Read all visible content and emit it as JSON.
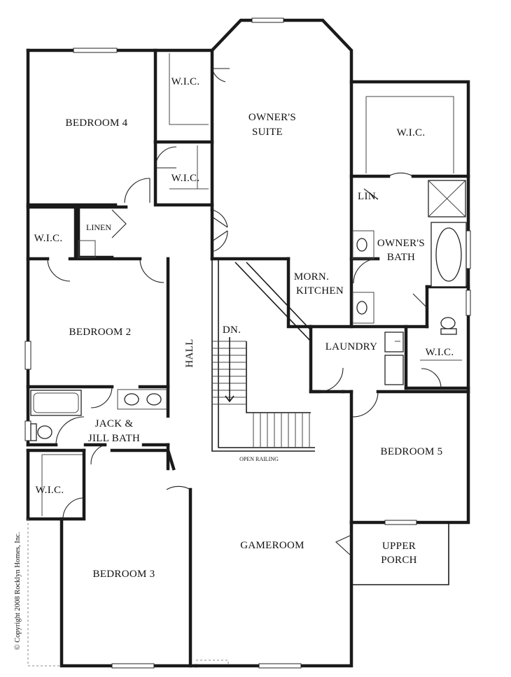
{
  "rooms": {
    "bedroom_4": "BEDROOM 4",
    "wic_1": "W.I.C.",
    "wic_2": "W.I.C.",
    "owners_suite": [
      "OWNER'S",
      "SUITE"
    ],
    "wic_owner": "W.I.C.",
    "lin": "LIN.",
    "owners_bath": [
      "OWNER'S",
      "BATH"
    ],
    "linen": "LINEN",
    "wic_bed2": "W.I.C.",
    "morn_kitchen": [
      "MORN.",
      "KITCHEN"
    ],
    "bedroom_2": "BEDROOM 2",
    "hall": "HALL",
    "dn": "DN.",
    "laundry": "LAUNDRY",
    "wic_bed5": "W.I.C.",
    "jack_jill_bath": [
      "JACK &",
      "JILL BATH"
    ],
    "bedroom_5": "BEDROOM 5",
    "open_railing": "OPEN RAILING",
    "wic_bed3": "W.I.C.",
    "gameroom": "GAMEROOM",
    "upper_porch": [
      "UPPER",
      "PORCH"
    ],
    "bedroom_3": "BEDROOM 3"
  },
  "copyright": "© Copyright 2008 Rocklyn Homes, Inc."
}
